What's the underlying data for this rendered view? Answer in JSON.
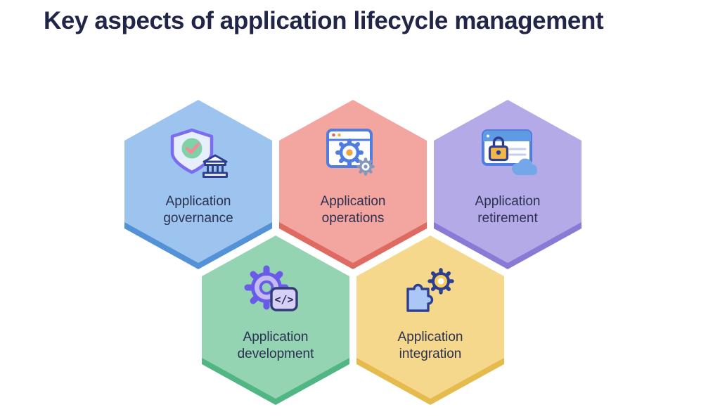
{
  "page": {
    "title": "Key aspects of application lifecycle management",
    "background": "#ffffff",
    "title_color": "#212649",
    "label_color": "#2b3150"
  },
  "hexagons": [
    {
      "id": "governance",
      "line1": "Application",
      "line2": "governance",
      "icon": "shield-check-building-icon",
      "fill": "#9cc4ef",
      "edge": "#5492d8"
    },
    {
      "id": "operations",
      "line1": "Application",
      "line2": "operations",
      "icon": "window-gears-icon",
      "fill": "#f3a59f",
      "edge": "#df6a62"
    },
    {
      "id": "retirement",
      "line1": "Application",
      "line2": "retirement",
      "icon": "window-lock-cloud-icon",
      "fill": "#b5aae8",
      "edge": "#8b7ad5"
    },
    {
      "id": "development",
      "line1": "Application",
      "line2": "development",
      "icon": "gear-code-icon",
      "fill": "#94d4b2",
      "edge": "#50b684"
    },
    {
      "id": "integration",
      "line1": "Application",
      "line2": "integration",
      "icon": "puzzle-gear-icon",
      "fill": "#f6d88c",
      "edge": "#e6bb4e"
    }
  ]
}
